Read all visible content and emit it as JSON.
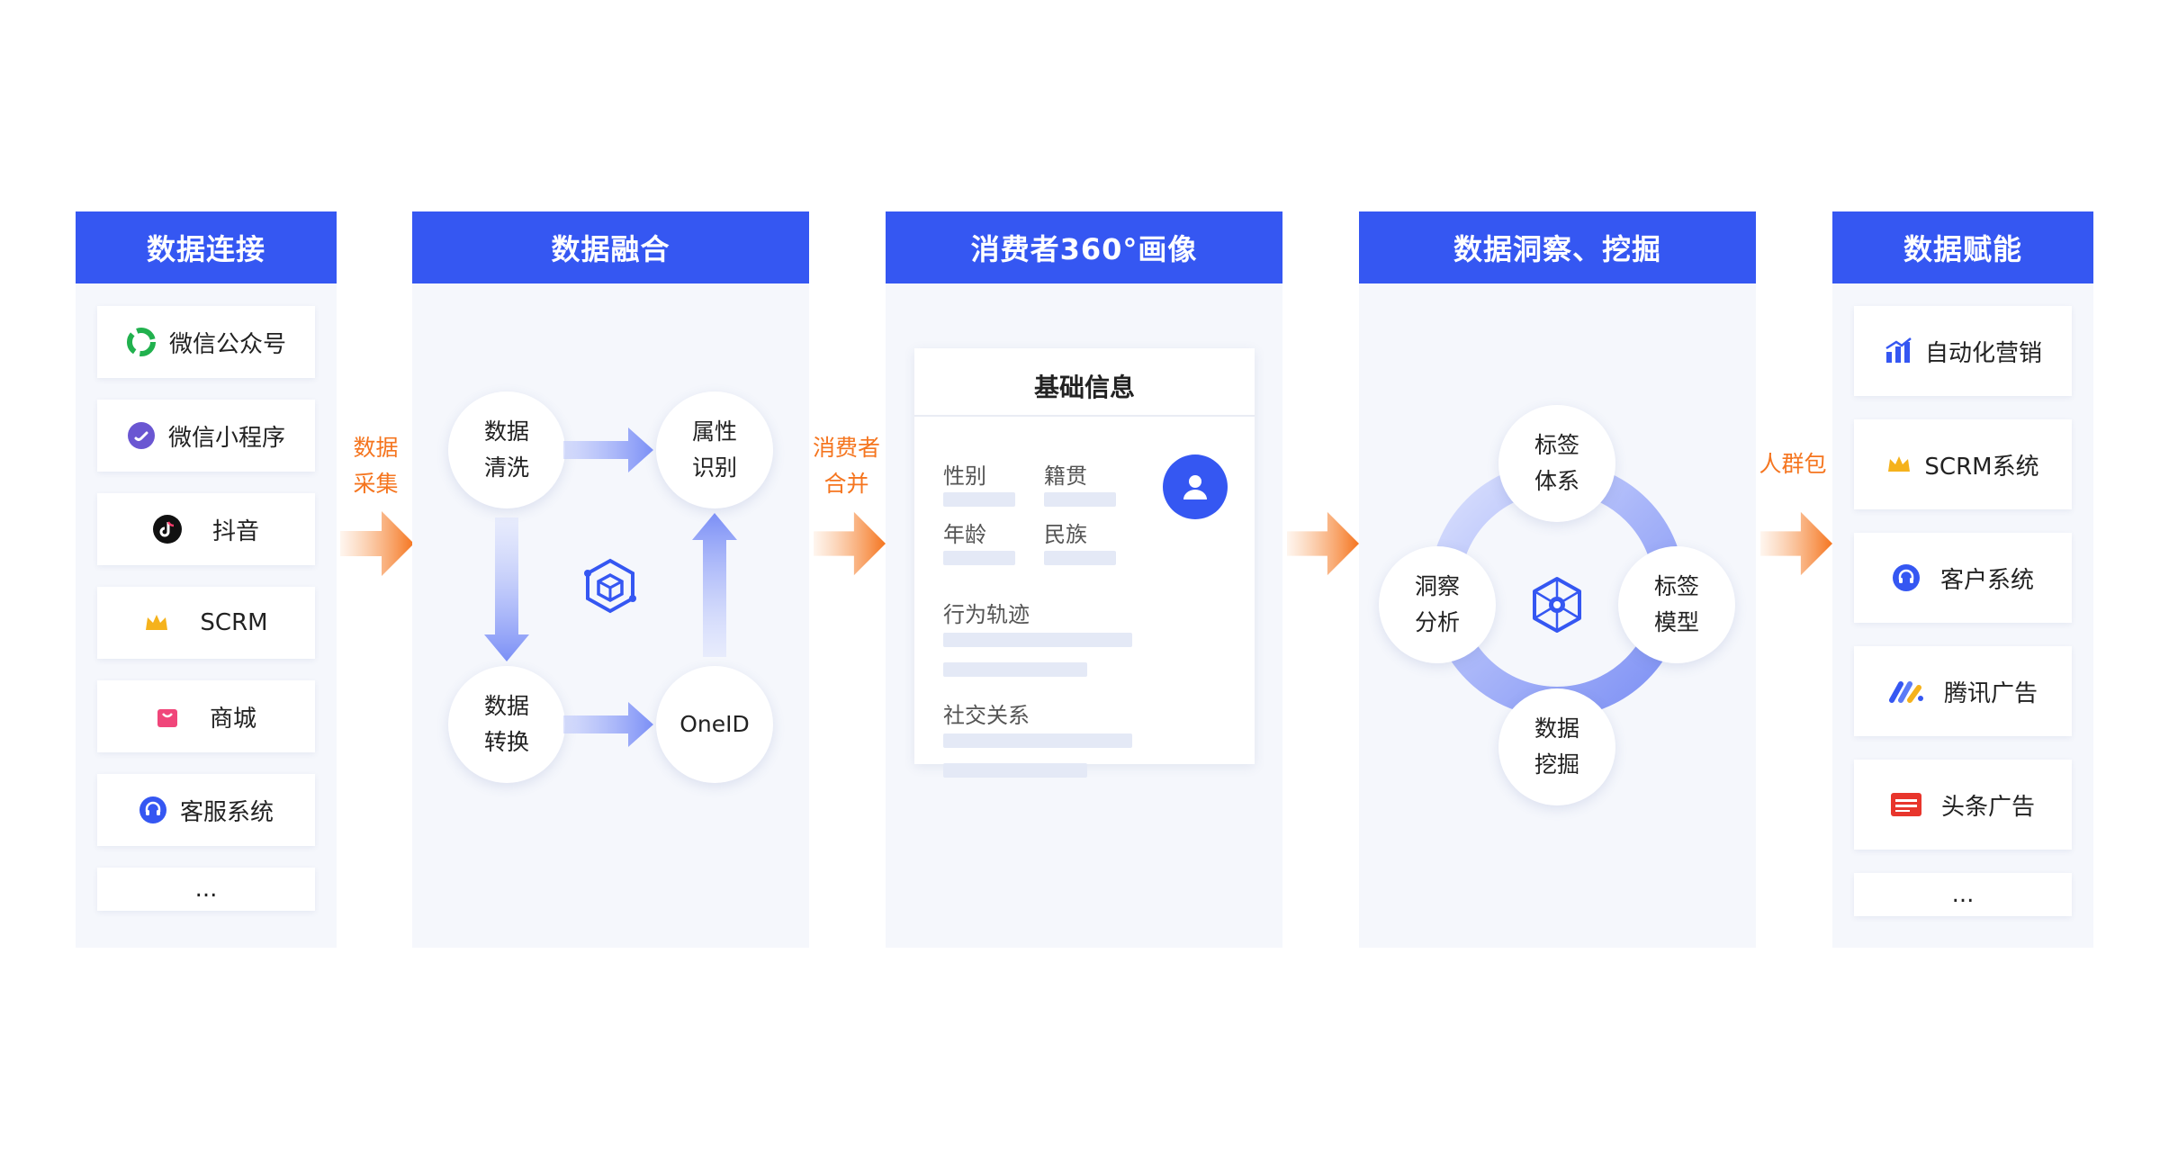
{
  "panels": {
    "connect": {
      "title": "数据连接",
      "items": [
        {
          "label": "微信公众号",
          "icon": "wechat-official-account-icon",
          "color": "#21b14e"
        },
        {
          "label": "微信小程序",
          "icon": "wechat-mini-program-icon",
          "color": "#6a56d2"
        },
        {
          "label": "抖音",
          "icon": "douyin-icon",
          "color": "#111111"
        },
        {
          "label": "SCRM",
          "icon": "crown-icon",
          "color": "#f5b21c"
        },
        {
          "label": "商城",
          "icon": "shopping-bag-icon",
          "color": "#f0467a"
        },
        {
          "label": "客服系统",
          "icon": "headset-icon",
          "color": "#3557f2"
        },
        {
          "label": "..."
        }
      ]
    },
    "fusion": {
      "title": "数据融合",
      "nodes": {
        "clean": [
          "数据",
          "清洗"
        ],
        "attr": [
          "属性",
          "识别"
        ],
        "convert": [
          "数据",
          "转换"
        ],
        "oneid": "OneID"
      }
    },
    "portrait": {
      "title": "消费者360°画像",
      "card_title": "基础信息",
      "fields": {
        "gender": "性别",
        "origin": "籍贯",
        "age": "年龄",
        "ethnicity": "民族",
        "behavior": "行为轨迹",
        "social": "社交关系"
      }
    },
    "insight": {
      "title": "数据洞察、挖掘",
      "nodes": {
        "tag_system": [
          "标签",
          "体系"
        ],
        "tag_model": [
          "标签",
          "模型"
        ],
        "mining": [
          "数据",
          "挖掘"
        ],
        "analysis": [
          "洞察",
          "分析"
        ]
      }
    },
    "empower": {
      "title": "数据赋能",
      "items": [
        {
          "label": "自动化营销",
          "icon": "bar-chart-icon",
          "color": "#3557f2"
        },
        {
          "label": "SCRM系统",
          "icon": "crown-icon",
          "color": "#f5b21c"
        },
        {
          "label": "客户系统",
          "icon": "headset-icon",
          "color": "#3557f2"
        },
        {
          "label": "腾讯广告",
          "icon": "tencent-ads-icon",
          "color": "#3557f2"
        },
        {
          "label": "头条广告",
          "icon": "toutiao-icon",
          "color": "#e8352c"
        },
        {
          "label": "..."
        }
      ]
    }
  },
  "flows": {
    "collect": [
      "数据",
      "采集"
    ],
    "merge": [
      "消费者",
      "合并"
    ],
    "crowd": "人群包"
  },
  "colors": {
    "primary": "#3557f2",
    "accent": "#f5751f",
    "panel_bg": "#f5f7fc"
  }
}
